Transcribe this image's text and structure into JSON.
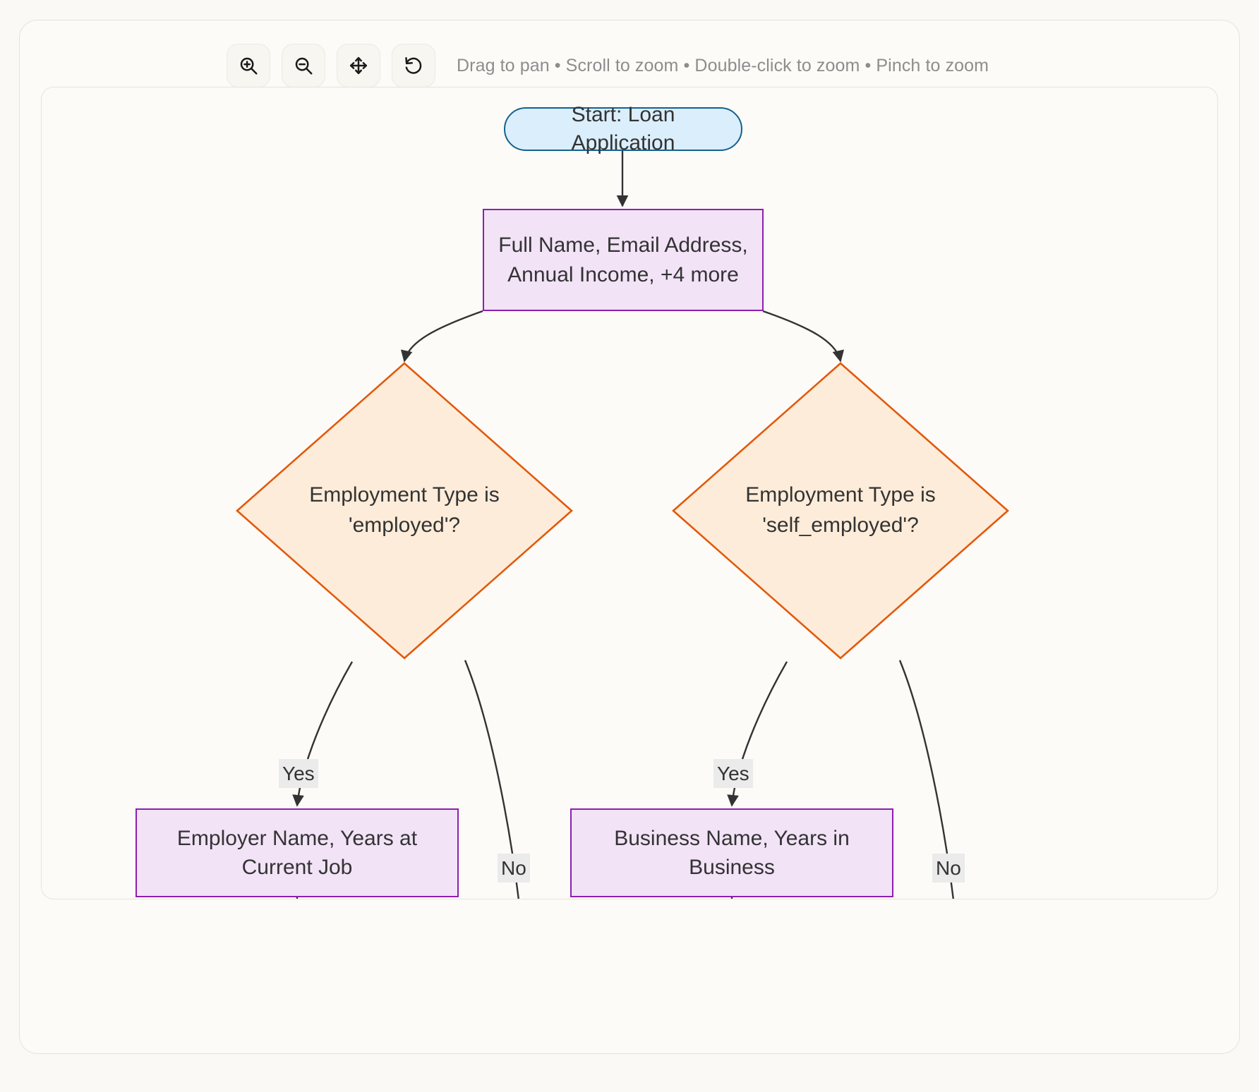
{
  "toolbar": {
    "buttons": [
      {
        "name": "zoom-in-button",
        "icon": "zoom-in-icon",
        "label": "Zoom in"
      },
      {
        "name": "zoom-out-button",
        "icon": "zoom-out-icon",
        "label": "Zoom out"
      },
      {
        "name": "pan-button",
        "icon": "move-arrows-icon",
        "label": "Pan"
      },
      {
        "name": "reset-button",
        "icon": "reset-rotate-icon",
        "label": "Reset view"
      }
    ],
    "hint": "Drag to pan • Scroll to zoom • Double-click to zoom • Pinch to zoom"
  },
  "diagram": {
    "type": "flowchart",
    "nodes": [
      {
        "id": "start",
        "shape": "stadium",
        "text": "Start: Loan Application",
        "fill": "#dbeefc",
        "stroke": "#14618f"
      },
      {
        "id": "fields_main",
        "shape": "rect",
        "line1": "Full Name, Email Address,",
        "line2": "Annual Income, +4 more",
        "fill": "#f2e3f7",
        "stroke": "#8e1fae"
      },
      {
        "id": "decision_employed",
        "shape": "diamond",
        "line1": "Employment Type is",
        "line2": "'employed'?",
        "fill": "#fdecd9",
        "stroke": "#e2590b"
      },
      {
        "id": "decision_self_employed",
        "shape": "diamond",
        "line1": "Employment Type is",
        "line2": "'self_employed'?",
        "fill": "#fdecd9",
        "stroke": "#e2590b"
      },
      {
        "id": "fields_employer",
        "shape": "rect",
        "line1": "Employer Name, Years at",
        "line2": "Current Job",
        "fill": "#f2e3f7",
        "stroke": "#8e1fae"
      },
      {
        "id": "fields_business",
        "shape": "rect",
        "line1": "Business Name, Years in",
        "line2": "Business",
        "fill": "#f2e3f7",
        "stroke": "#8e1fae"
      }
    ],
    "edge_labels": [
      {
        "id": "employed-yes",
        "text": "Yes"
      },
      {
        "id": "employed-no",
        "text": "No"
      },
      {
        "id": "self-employed-yes",
        "text": "Yes"
      },
      {
        "id": "self-employed-no",
        "text": "No"
      }
    ]
  }
}
